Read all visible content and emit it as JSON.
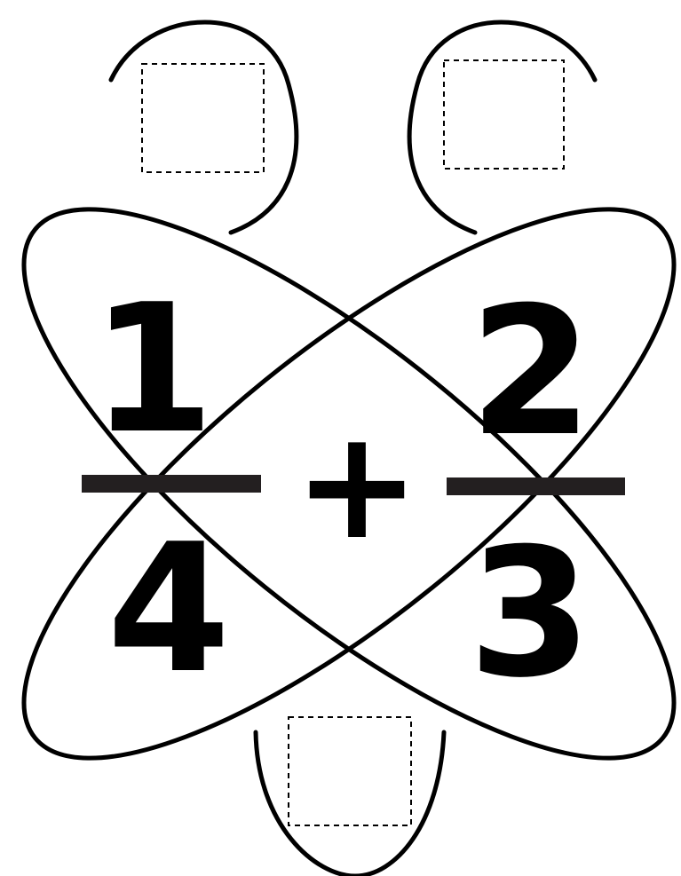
{
  "worksheet": {
    "operator": "+",
    "fraction_left": {
      "numerator": "1",
      "denominator": "4"
    },
    "fraction_right": {
      "numerator": "2",
      "denominator": "3"
    },
    "answer_boxes": [
      {
        "value": ""
      },
      {
        "value": ""
      },
      {
        "value": ""
      }
    ],
    "colors": {
      "ink": "#000000",
      "fraction_bar": "#231f20",
      "background": "#ffffff"
    }
  }
}
